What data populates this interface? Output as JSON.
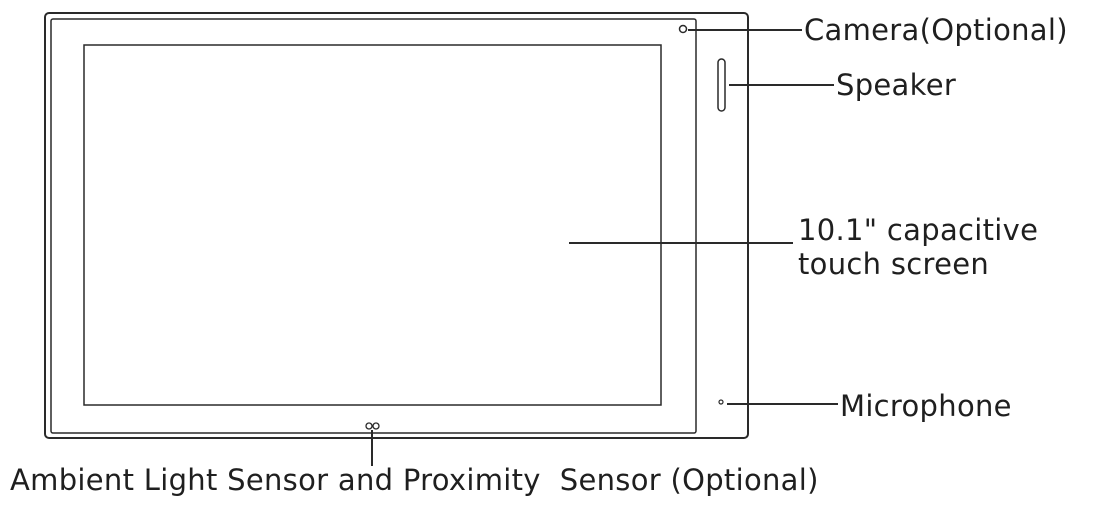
{
  "callouts": {
    "camera": "Camera(Optional)",
    "speaker": "Speaker",
    "screen_line1": "10.1\" capacitive",
    "screen_line2": "touch screen",
    "microphone": "Microphone",
    "ambient": "Ambient Light Sensor and Proximity  Sensor (Optional)"
  },
  "colors": {
    "stroke": "#2a2a2a",
    "text": "#1f1f1f",
    "background": "#ffffff"
  }
}
